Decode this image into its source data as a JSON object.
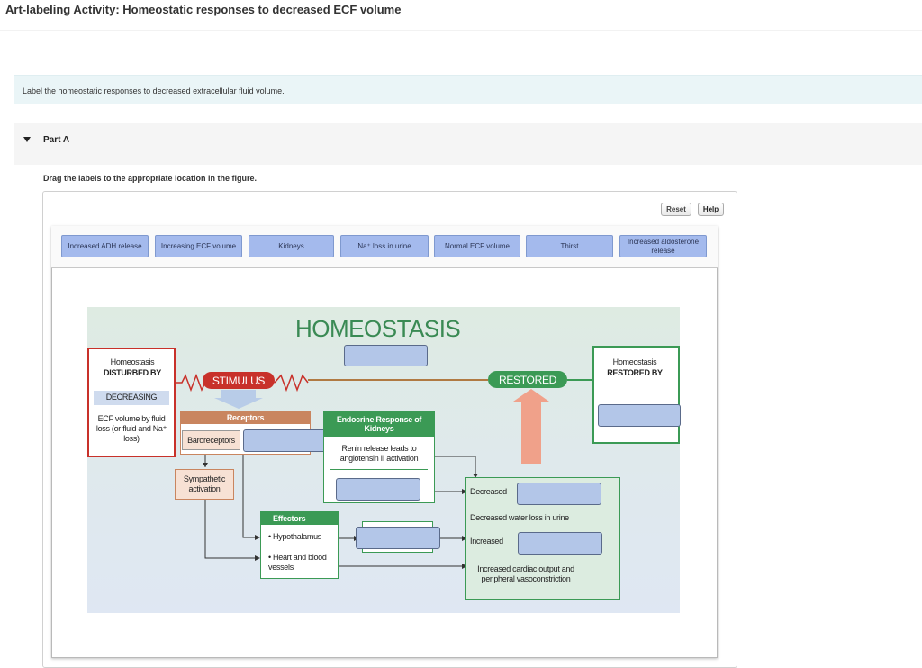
{
  "header": {
    "title": "Art-labeling Activity: Homeostatic responses to decreased ECF volume"
  },
  "instructions": {
    "text": "Label the homeostatic responses to decreased extracellular fluid volume."
  },
  "part": {
    "label": "Part A"
  },
  "drag_instruction": "Drag the labels to the appropriate location in the figure.",
  "toolbar": {
    "reset_label": "Reset",
    "help_label": "Help"
  },
  "labels": [
    "Increased ADH release",
    "Increasing ECF volume",
    "Kidneys",
    "Na⁺ loss in urine",
    "Normal ECF volume",
    "Thirst",
    "Increased aldosterone release"
  ],
  "figure": {
    "title": "HOMEOSTASIS",
    "disturbed": {
      "line1": "Homeostasis",
      "line2": "DISTURBED BY",
      "decreasing": "DECREASING",
      "desc": "ECF volume by fluid loss (or fluid and Na⁺ loss)"
    },
    "stimulus": "STIMULUS",
    "restored": "RESTORED",
    "restored_by": {
      "line1": "Homeostasis",
      "line2": "RESTORED BY"
    },
    "receptors": {
      "header": "Receptors",
      "item": "Baroreceptors"
    },
    "endocrine": {
      "header": "Endocrine Response of Kidneys",
      "text": "Renin release leads to angiotensin II activation"
    },
    "sympathetic": "Sympathetic activation",
    "effectors": {
      "header": "Effectors",
      "item1": "• Hypothalamus",
      "item2": "• Heart and blood vessels"
    },
    "results": {
      "decreased": "Decreased",
      "water_loss": "Decreased water loss in urine",
      "increased": "Increased",
      "cardiac": "Increased cardiac output and peripheral vasoconstriction"
    },
    "colors": {
      "green": "#3b9a55",
      "red": "#c8312a",
      "orange": "#c9855f",
      "salmon": "#f4ad95"
    }
  }
}
